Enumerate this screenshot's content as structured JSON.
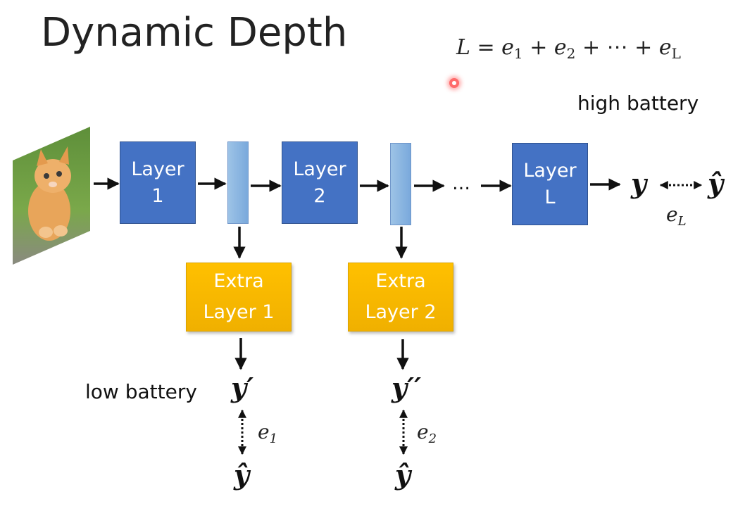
{
  "title": "Dynamic Depth",
  "formula": {
    "lhs": "L",
    "eq": "=",
    "term_base": "e",
    "sub1": "1",
    "sub2": "2",
    "plus": "+",
    "cdots": "⋯",
    "subL": "L"
  },
  "high_battery": "high battery",
  "low_battery": "low battery",
  "layers": [
    {
      "line1": "Layer",
      "line2": "1"
    },
    {
      "line1": "Layer",
      "line2": "2"
    },
    {
      "line1": "Layer",
      "line2": "L"
    }
  ],
  "ellipsis": "…",
  "extra_layers": [
    {
      "line1": "Extra",
      "line2": "Layer 1"
    },
    {
      "line1": "Extra",
      "line2": "Layer 2"
    }
  ],
  "outputs": {
    "y": "y",
    "y_prime": "y′",
    "y_double_prime": "y′′",
    "y_hat": "ŷ"
  },
  "errors": {
    "e_base": "e",
    "e1_sub": "1",
    "e2_sub": "2",
    "eL_sub": "L"
  },
  "colors": {
    "layer": "#4472c4",
    "feature": "#9dc3e6",
    "extra": "#ffc000"
  },
  "icons": {
    "input_image": "kitten-photo-icon",
    "laser_pointer": "laser-pointer-icon"
  }
}
